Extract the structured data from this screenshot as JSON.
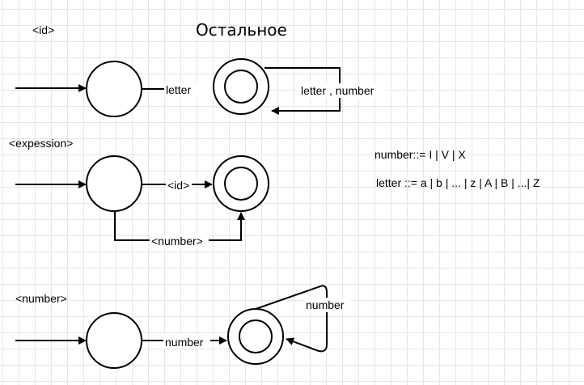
{
  "title": "Остальное",
  "sections": {
    "id": {
      "label": "<id>",
      "edge_start": "letter",
      "edge_loop": "letter , number"
    },
    "expression": {
      "label": "<expession>",
      "edge_id": "<id>",
      "edge_number": "<number>"
    },
    "number": {
      "label": "<number>",
      "edge_start": "number",
      "edge_loop": "number"
    }
  },
  "grammar": {
    "number_rule": "number::= I | V | X",
    "letter_rule": "letter ::= a | b | ... | z | A | B | ...| Z"
  }
}
